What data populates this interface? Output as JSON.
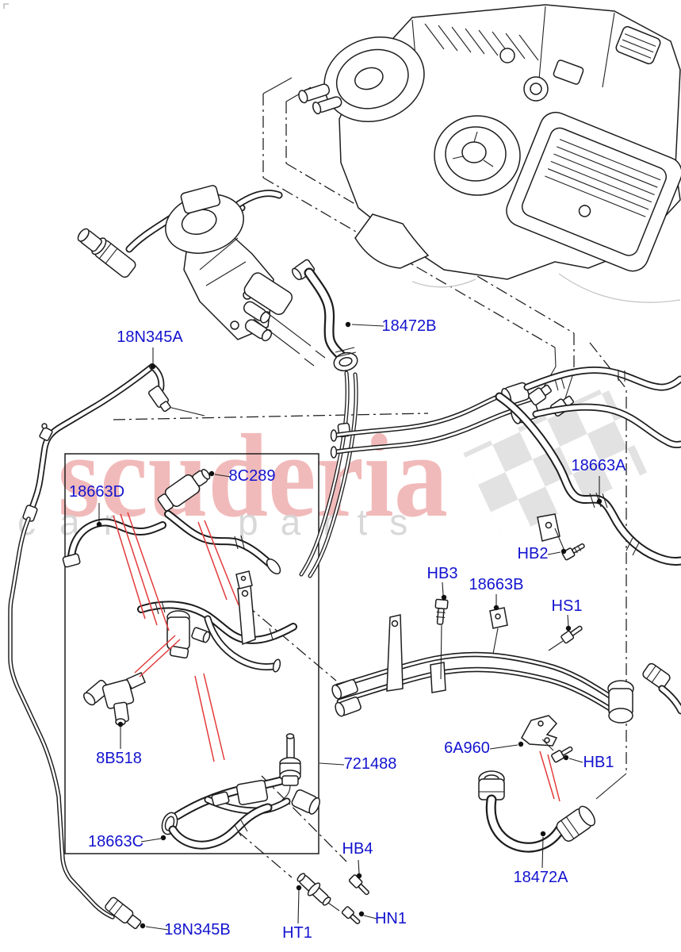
{
  "page": {
    "background": "#ffffff"
  },
  "watermark": {
    "brand": "scuderia",
    "tagline_left": "car",
    "tagline_right": "parts",
    "brand_color": "#eeaaaa",
    "tagline_color": "#d6d6d6",
    "flag_color": "#e2e2e2"
  },
  "callout_color": "#1313cf",
  "callouts": {
    "c18N345A": "18N345A",
    "c18472B": "18472B",
    "c18663A": "18663A",
    "c8C289": "8C289",
    "c18663D": "18663D",
    "cHB2": "HB2",
    "cHB3": "HB3",
    "c18663B": "18663B",
    "cHS1": "HS1",
    "c8B518": "8B518",
    "c721488": "721488",
    "c6A960": "6A960",
    "cHB1": "HB1",
    "c18663C": "18663C",
    "cHB4": "HB4",
    "c18472A": "18472A",
    "c18N345B": "18N345B",
    "cHT1": "HT1",
    "cHN1": "HN1"
  }
}
